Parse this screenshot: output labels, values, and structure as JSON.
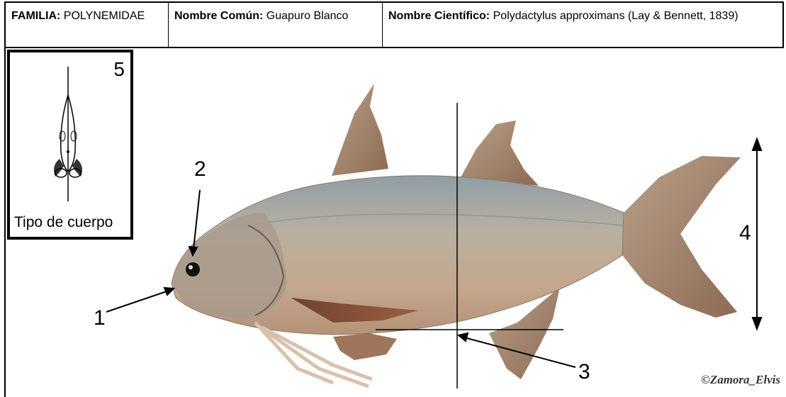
{
  "header": {
    "familia_key": "FAMILIA:",
    "familia_val": "POLYNEMIDAE",
    "comun_key": "Nombre Común:",
    "comun_val": "Guapuro Blanco",
    "cientifico_key": "Nombre Científico:",
    "cientifico_val": "Polydactylus approximans (Lay & Bennett, 1839)"
  },
  "inset": {
    "number": "5",
    "caption": "Tipo de cuerpo"
  },
  "labels": {
    "l1": "1",
    "l2": "2",
    "l3": "3",
    "l4": "4"
  },
  "credit": "©Zamora_Elvis",
  "colors": {
    "fish_body": "#b9a38c",
    "fish_back": "#8d9aa0",
    "fin": "#a06a4a",
    "border": "#000000"
  }
}
